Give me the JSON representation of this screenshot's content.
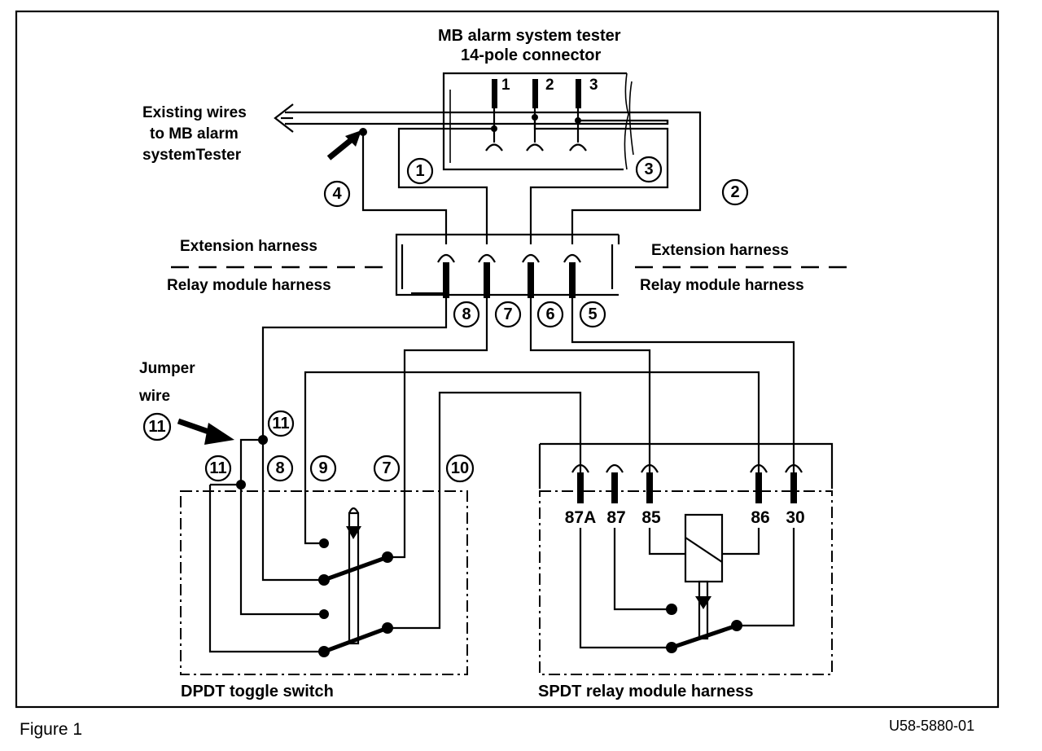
{
  "tester": {
    "title_line1": "MB alarm system tester",
    "title_line2": "14-pole connector",
    "pins": [
      "1",
      "2",
      "3"
    ]
  },
  "existing_wires": {
    "line1": "Existing wires",
    "line2": "to MB alarm",
    "line3": "systemTester"
  },
  "harness": {
    "left_top": "Extension harness",
    "left_bottom": "Relay module harness",
    "right_top": "Extension harness",
    "right_bottom": "Relay module harness"
  },
  "jumper": {
    "line1": "Jumper",
    "line2": "wire"
  },
  "wire_numbers": {
    "w1": "1",
    "w2": "2",
    "w3": "3",
    "w4": "4",
    "w5": "5",
    "w6": "6",
    "w7": "7",
    "w8": "8",
    "w11_callout": "11",
    "w11_junction": "11",
    "sw11": "11",
    "sw8": "8",
    "sw9": "9",
    "sw7": "7",
    "sw10": "10"
  },
  "relay_pins": [
    "87A",
    "87",
    "85",
    "86",
    "30"
  ],
  "toggle_label": "DPDT toggle switch",
  "relay_label": "SPDT relay module harness",
  "figure_caption": "Figure 1",
  "figure_code": "U58-5880-01"
}
